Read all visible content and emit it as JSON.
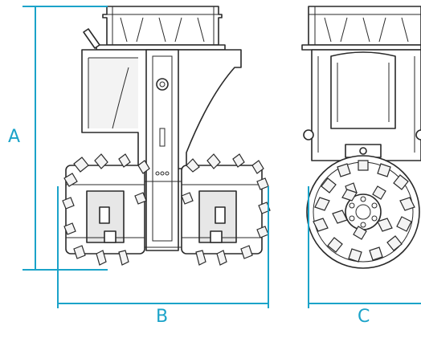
{
  "dimensions": {
    "a": "A",
    "b": "B",
    "c": "C"
  },
  "colors": {
    "dimension": "#1ba3c9",
    "outline": "#2a2a2a",
    "background": "#ffffff"
  }
}
